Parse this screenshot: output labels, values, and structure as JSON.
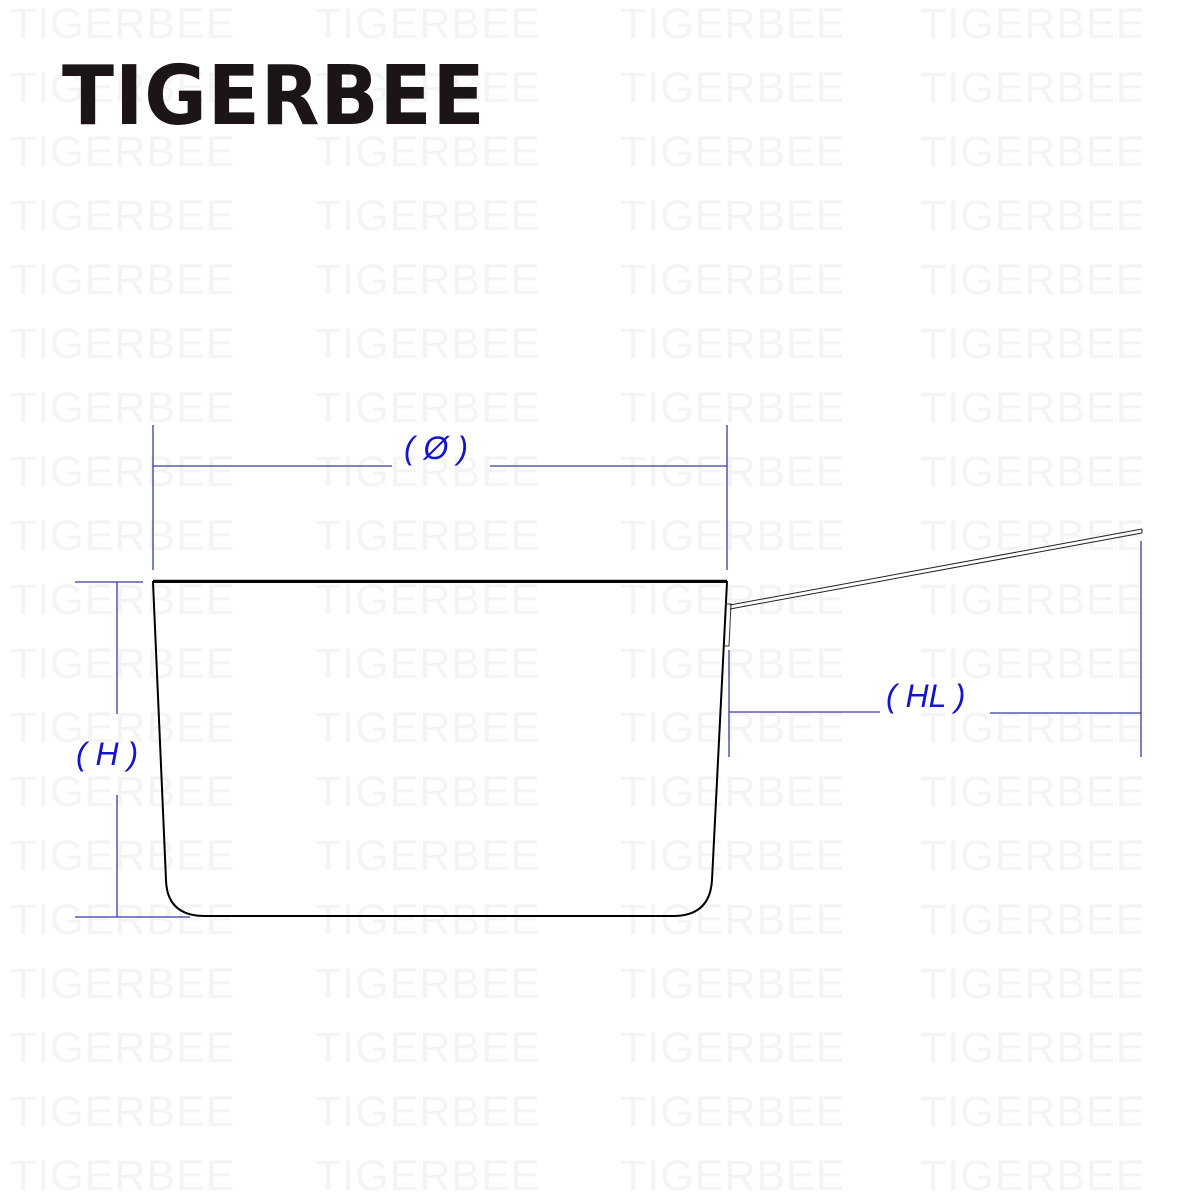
{
  "brand": {
    "logo_text": "TIGERBEE",
    "logo_color": "#1c1516",
    "watermark_text": "TIGERBEE",
    "watermark_color": "#f4f4f4"
  },
  "diagram": {
    "subject": "saucepan with long handle, side view",
    "line_color": "#000000",
    "dimension_color": "#1414c8",
    "dimension_line_color": "#3a3aa0",
    "dimensions": {
      "diameter": {
        "label": "( Ø )",
        "meaning": "top diameter"
      },
      "height": {
        "label": "( H )",
        "meaning": "pot height"
      },
      "handle_length": {
        "label": "( HL )",
        "meaning": "handle length"
      }
    }
  }
}
